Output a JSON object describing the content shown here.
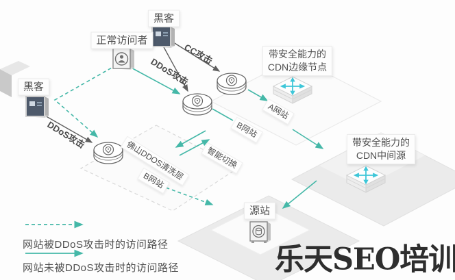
{
  "diagram": {
    "nodes": {
      "hacker_top": "黑客",
      "normal_visitor": "正常访问者",
      "hacker_left": "黑客",
      "cdn_edge_node": "带安全能力的\nCDN边缘节点",
      "cdn_mid_source": "带安全能力的\nCDN中间源",
      "origin_site": "源站",
      "site_a": "A网站",
      "site_b_upper": "B网站",
      "site_b_lower": "B网站",
      "ddos_cleaning_layer": "佛山DDOS清洗层",
      "smart_switch": "智能切换"
    },
    "attack_labels": {
      "cc_attack": "CC攻击",
      "ddos_attack_top": "DDoS攻击",
      "ddos_attack_left": "DDoS攻击"
    },
    "legend": {
      "attacked_path": "网站被DDoS攻击时的访问路径",
      "normal_path": "网站未被DDoS攻击时的访问路径"
    },
    "watermark": "乐天SEO培训",
    "icons": {
      "hacker": "monitor-icon",
      "visitor": "user-circle-icon",
      "website_node": "location-pin-cylinder-icon",
      "cdn_node": "router-box-icon",
      "origin": "server-panel-icon"
    },
    "colors": {
      "path_teal": "#45b8a8",
      "attack_arrow_gray": "#5f5f5f",
      "router_icon_cyan": "#3ec6d8",
      "label_text": "#4f4f4f",
      "platform_gray": "#ececec"
    }
  }
}
